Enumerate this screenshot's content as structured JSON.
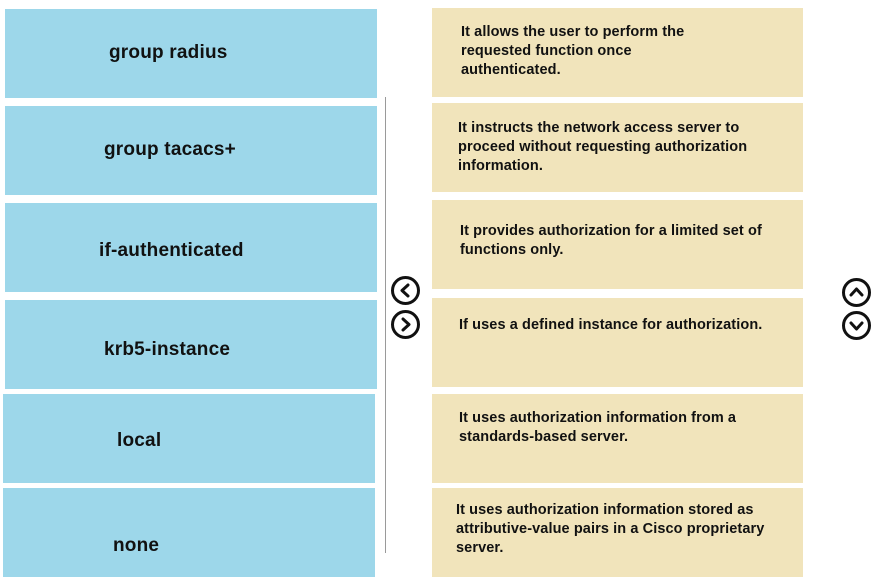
{
  "left_items": [
    {
      "label": "group radius"
    },
    {
      "label": "group tacacs+"
    },
    {
      "label": "if-authenticated"
    },
    {
      "label": "krb5-instance"
    },
    {
      "label": "local"
    },
    {
      "label": "none"
    }
  ],
  "right_items": [
    {
      "text": "It allows the user to perform the requested function once authenticated."
    },
    {
      "text": "It instructs the network access server to proceed without requesting authorization information."
    },
    {
      "text": "It provides authorization for a limited set of functions only."
    },
    {
      "text": "If uses a defined instance for authorization."
    },
    {
      "text": "It uses authorization information from a standards-based server."
    },
    {
      "text": "It uses authorization information stored as attributive-value pairs in a Cisco proprietary server."
    }
  ],
  "controls": {
    "move_left_icon": "chevron-left-circle-icon",
    "move_right_icon": "chevron-right-circle-icon",
    "move_up_icon": "chevron-up-circle-icon",
    "move_down_icon": "chevron-down-circle-icon"
  },
  "colors": {
    "left_box": "#9dd7ea",
    "right_box": "#f1e4bb",
    "text": "#111111"
  }
}
